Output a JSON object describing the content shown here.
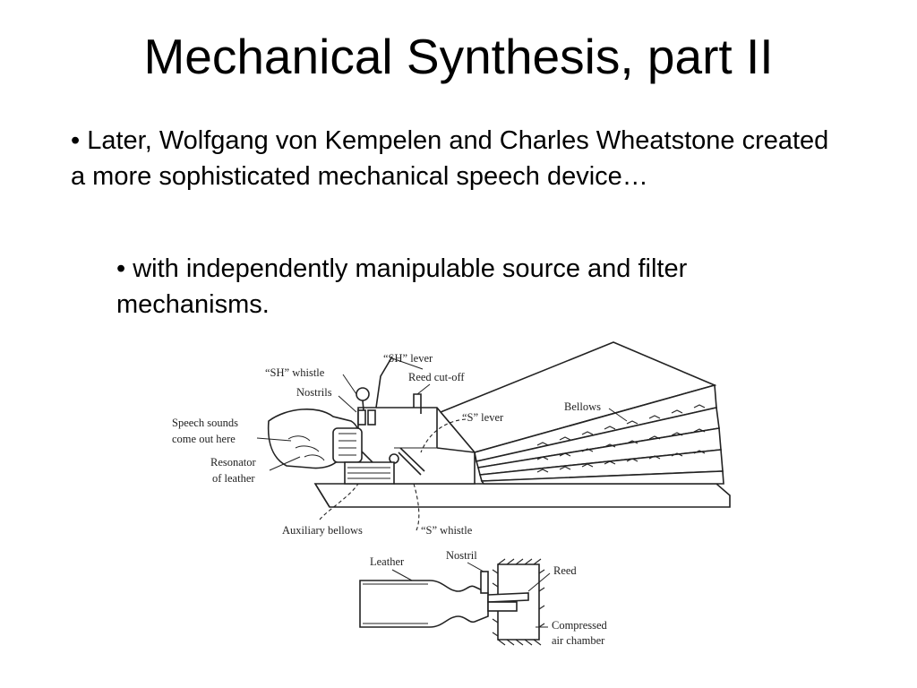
{
  "slide": {
    "title": "Mechanical Synthesis, part II",
    "bullet_1": "• Later, Wolfgang von Kempelen and Charles Wheatstone created a more sophisticated mechanical speech device…",
    "bullet_2": "• with independently manipulable source and filter mechanisms."
  },
  "figure_main": {
    "labels": {
      "sh_lever": "“SH” lever",
      "sh_whistle": "“SH” whistle",
      "reed_cutoff": "Reed cut-off",
      "nostrils": "Nostrils",
      "s_lever": "“S” lever",
      "bellows": "Bellows",
      "speech_sounds": "Speech sounds",
      "come_out_here": "come out here",
      "resonator": "Resonator",
      "of_leather": "of leather",
      "auxiliary_bellows": "Auxiliary bellows",
      "s_whistle": "“S” whistle"
    }
  },
  "figure_detail": {
    "labels": {
      "leather": "Leather",
      "nostril": "Nostril",
      "reed": "Reed",
      "compressed": "Compressed",
      "air_chamber": "air chamber"
    }
  }
}
